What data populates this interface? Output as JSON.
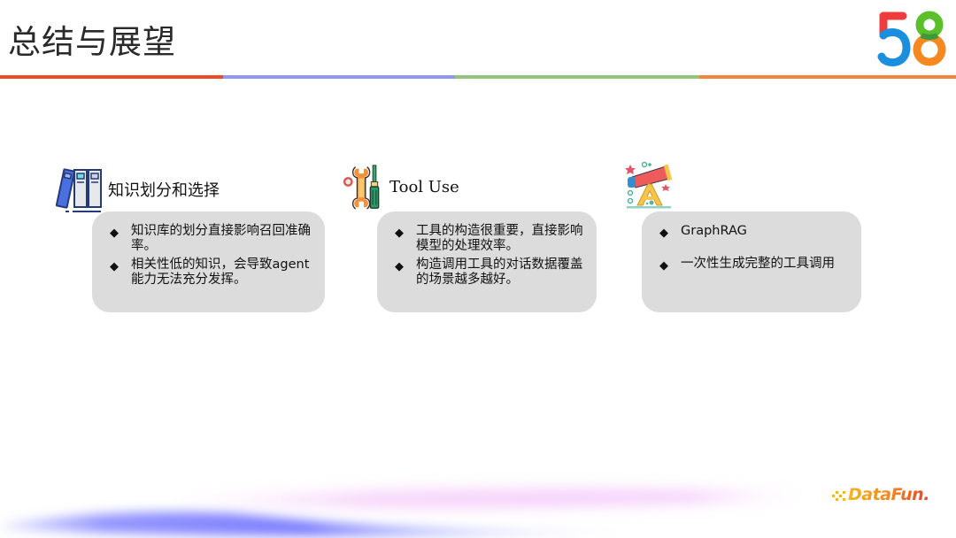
{
  "slide": {
    "title": "总结与展望",
    "stripe_colors": [
      "#f04a24",
      "#9098f0",
      "#93c47d",
      "#f0873a"
    ],
    "logo_text": "58",
    "footer_brand": "DataFun."
  },
  "cards": [
    {
      "icon": "books-icon",
      "heading": "知识划分和选择",
      "bullets": [
        "知识库的划分直接影响召回准确率。",
        "相关性低的知识，会导致agent能力无法充分发挥。"
      ]
    },
    {
      "icon": "tools-icon",
      "heading": "Tool Use",
      "bullets": [
        "工具的构造很重要，直接影响模型的处理效率。",
        "构造调用工具的对话数据覆盖的场景越多越好。"
      ]
    },
    {
      "icon": "telescope-icon",
      "heading": "",
      "bullets": [
        "GraphRAG",
        "一次性生成完整的工具调用"
      ]
    }
  ],
  "bullet_glyph": "◆"
}
